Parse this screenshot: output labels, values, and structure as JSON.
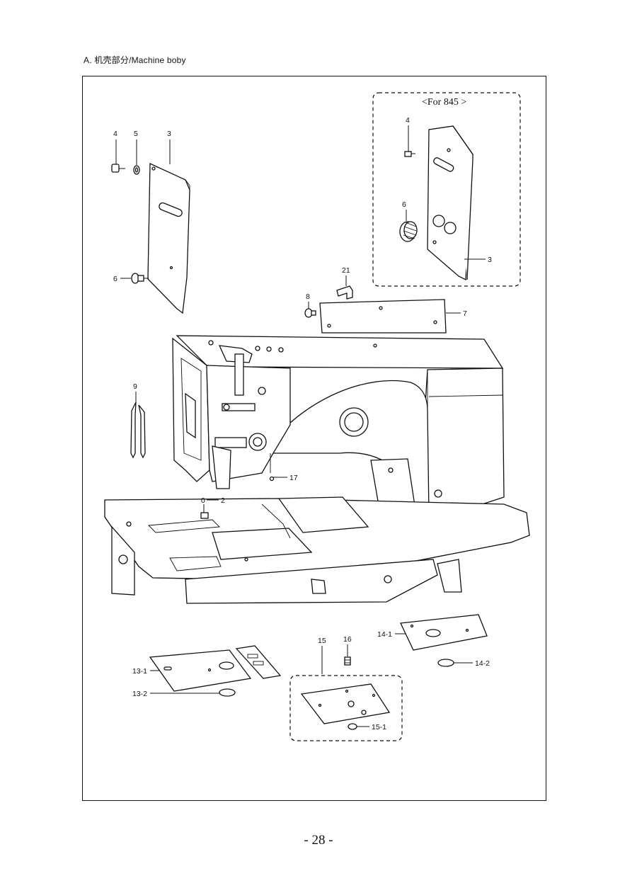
{
  "header": {
    "title": "A. 机壳部分/Machine boby"
  },
  "inset": {
    "label": "<For   845 >"
  },
  "callouts": {
    "c4": "4",
    "c5": "5",
    "c3": "3",
    "c6": "6",
    "i4": "4",
    "i6": "6",
    "i3": "3",
    "c21": "21",
    "c8": "8",
    "c7": "7",
    "c9": "9",
    "c17": "17",
    "c0": "0",
    "c2": "2",
    "c14_1": "14-1",
    "c14_2": "14-2",
    "c15": "15",
    "c16": "16",
    "c13_1": "13-1",
    "c13_2": "13-2",
    "c15_1": "15-1"
  },
  "page_number": "- 28 -"
}
